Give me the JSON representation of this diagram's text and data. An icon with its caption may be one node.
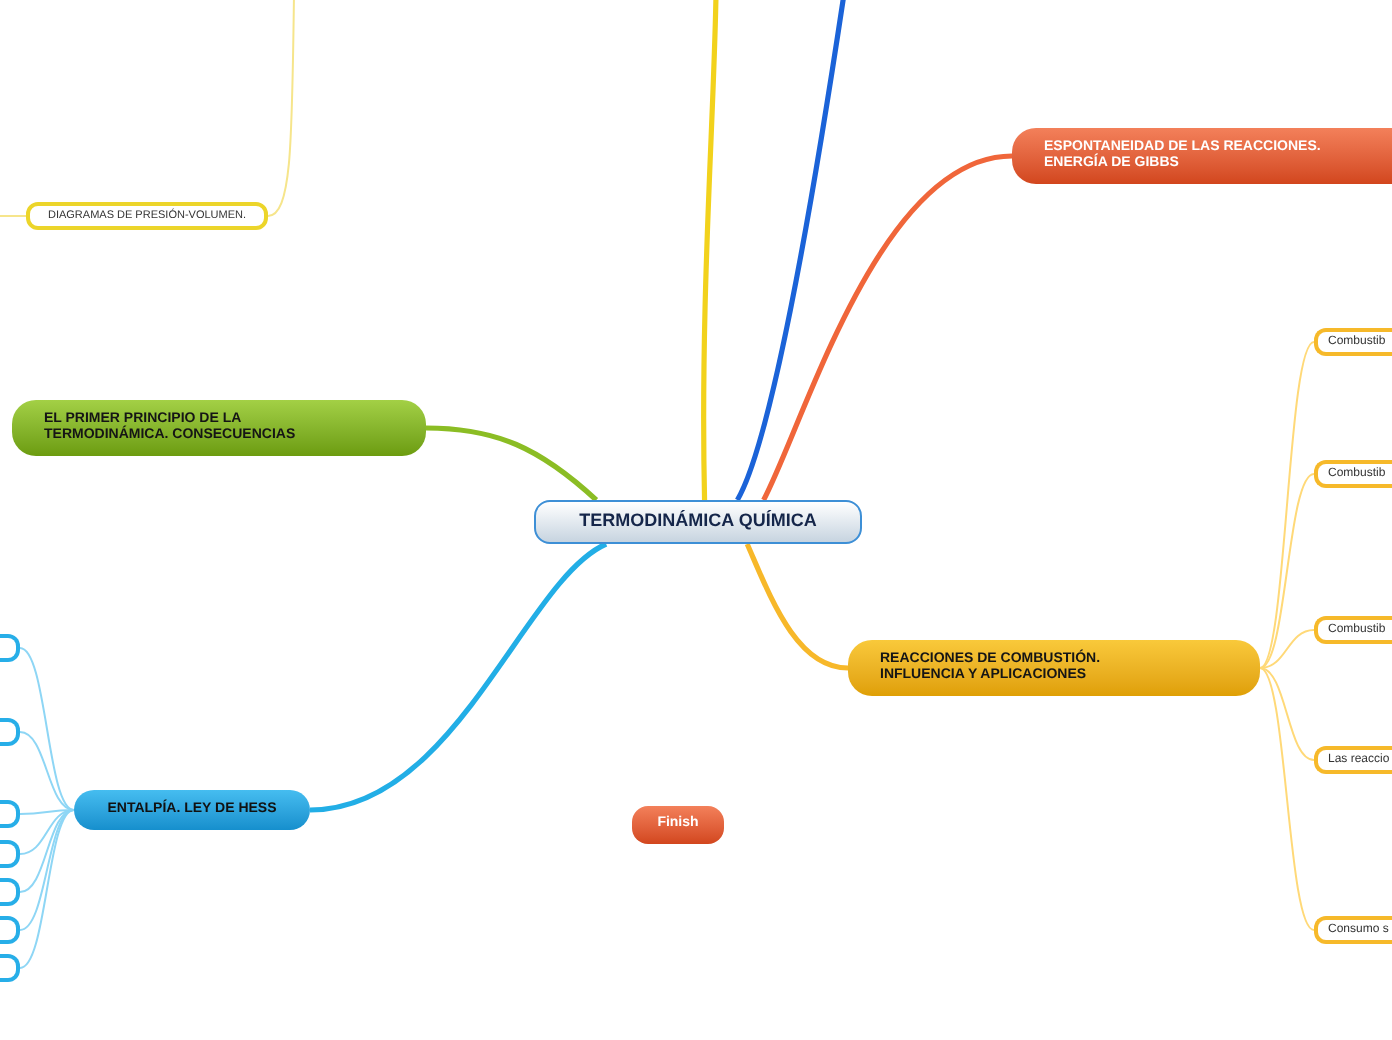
{
  "diagram": {
    "nodes": [
      {
        "text": [
          "TERMODINÁMICA QUÍMICA"
        ]
      },
      {
        "text": [
          "DIAGRAMAS DE PRESIÓN-VOLUMEN."
        ]
      },
      {
        "text": [
          "ESPONTANEIDAD DE LAS REACCIONES. ENERGÍA DE GIBBS"
        ]
      },
      {
        "text": [
          "EL PRIMER PRINCIPIO DE LA TERMODINÁMICA. CONSECUENCIAS"
        ]
      },
      {
        "text": [
          "REACCIONES DE COMBUSTIÓN. INFLUENCIA Y APLICACIONES"
        ]
      },
      {
        "text": [
          "Combustib"
        ]
      },
      {
        "text": [
          "Combustib"
        ]
      },
      {
        "text": [
          "Combustib"
        ]
      },
      {
        "text": [
          "Las reaccio"
        ]
      },
      {
        "text": [
          "Consumo s"
        ]
      },
      {
        "text": [
          "ENTALPÍA. LEY DE HESS"
        ]
      },
      {
        "text": [],
        "shape": "box"
      },
      {
        "text": [],
        "shape": "box"
      },
      {
        "text": [],
        "shape": "box"
      },
      {
        "text": [],
        "shape": "box"
      },
      {
        "text": [],
        "shape": "box"
      },
      {
        "text": [],
        "shape": "box"
      },
      {
        "text": [],
        "shape": "box"
      },
      {
        "text": [
          "Finish"
        ]
      }
    ],
    "edges": [
      {
        "from": 0,
        "to": null,
        "arrow": "none",
        "style": "thick",
        "color": "#f2d21c"
      },
      {
        "from": 0,
        "to": null,
        "arrow": "none",
        "style": "thick",
        "color": "#1b63d8"
      },
      {
        "from": 0,
        "to": 2,
        "arrow": "none",
        "style": "thick",
        "color": "#f0663a"
      },
      {
        "from": 0,
        "to": 3,
        "arrow": "none",
        "style": "thick",
        "color": "#8bbd24"
      },
      {
        "from": 0,
        "to": 4,
        "arrow": "none",
        "style": "thick",
        "color": "#f7b82a"
      },
      {
        "from": 0,
        "to": 10,
        "arrow": "none",
        "style": "thick",
        "color": "#22aee6"
      },
      {
        "from": null,
        "to": 1,
        "arrow": "none",
        "color": "#f6e58b"
      },
      {
        "from": 1,
        "to": null,
        "arrow": "none",
        "color": "#f6e58b"
      },
      {
        "from": 4,
        "to": 5,
        "arrow": "none",
        "color": "#ffd978"
      },
      {
        "from": 4,
        "to": 6,
        "arrow": "none",
        "color": "#ffd978"
      },
      {
        "from": 4,
        "to": 7,
        "arrow": "none",
        "color": "#ffd978"
      },
      {
        "from": 4,
        "to": 8,
        "arrow": "none",
        "color": "#ffd978"
      },
      {
        "from": 4,
        "to": 9,
        "arrow": "none",
        "color": "#ffd978"
      },
      {
        "from": 10,
        "to": 11,
        "arrow": "none",
        "color": "#8ed6f5"
      },
      {
        "from": 10,
        "to": 12,
        "arrow": "none",
        "color": "#8ed6f5"
      },
      {
        "from": 10,
        "to": 13,
        "arrow": "none",
        "color": "#8ed6f5"
      },
      {
        "from": 10,
        "to": 14,
        "arrow": "none",
        "color": "#8ed6f5"
      },
      {
        "from": 10,
        "to": 15,
        "arrow": "none",
        "color": "#8ed6f5"
      },
      {
        "from": 10,
        "to": 16,
        "arrow": "none",
        "color": "#8ed6f5"
      },
      {
        "from": 10,
        "to": 17,
        "arrow": "none",
        "color": "#8ed6f5"
      }
    ]
  }
}
